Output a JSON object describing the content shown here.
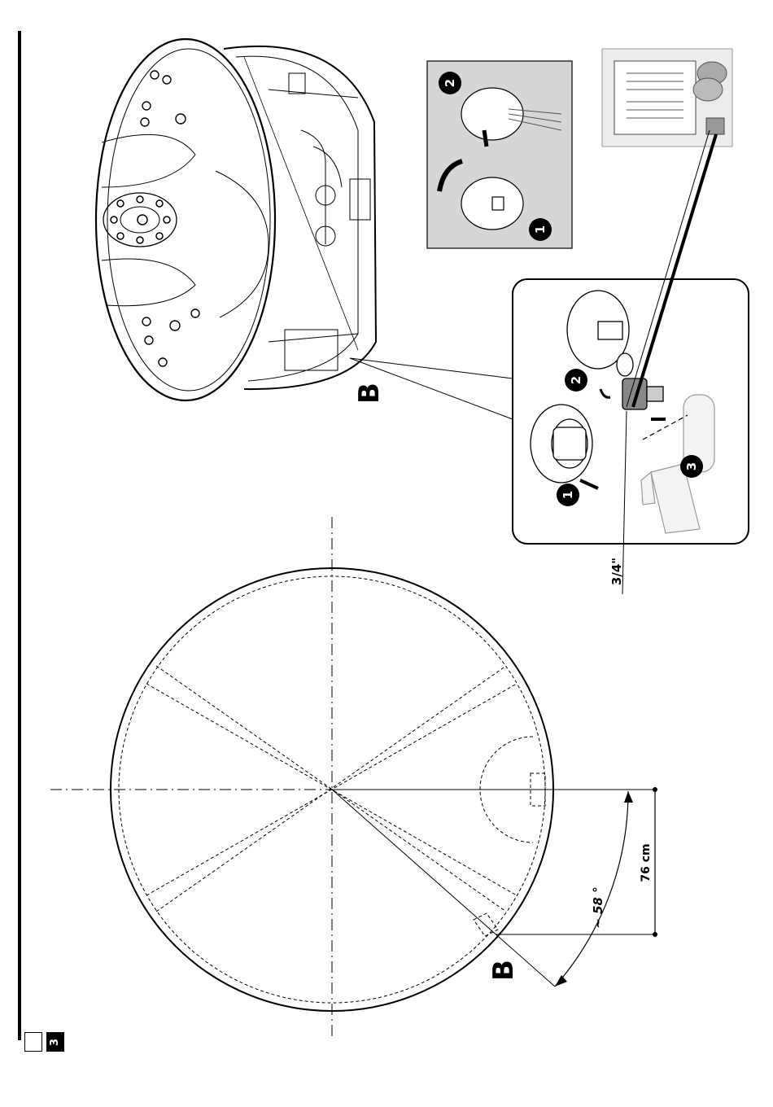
{
  "page": {
    "number": "3",
    "note_icon": "pencil-note-icon"
  },
  "plan": {
    "point_label": "B",
    "angle_label": "~ 58 °",
    "distance_label": "76 cm"
  },
  "spa": {
    "point_label": "B"
  },
  "connection_detail": {
    "thread_label": "3/4\"",
    "steps": [
      "1",
      "2",
      "3"
    ]
  },
  "cap_detail": {
    "steps": [
      "2",
      "1"
    ]
  },
  "colors": {
    "ink": "#000000",
    "panel": "#d6d6d6",
    "pale": "#ececec"
  }
}
